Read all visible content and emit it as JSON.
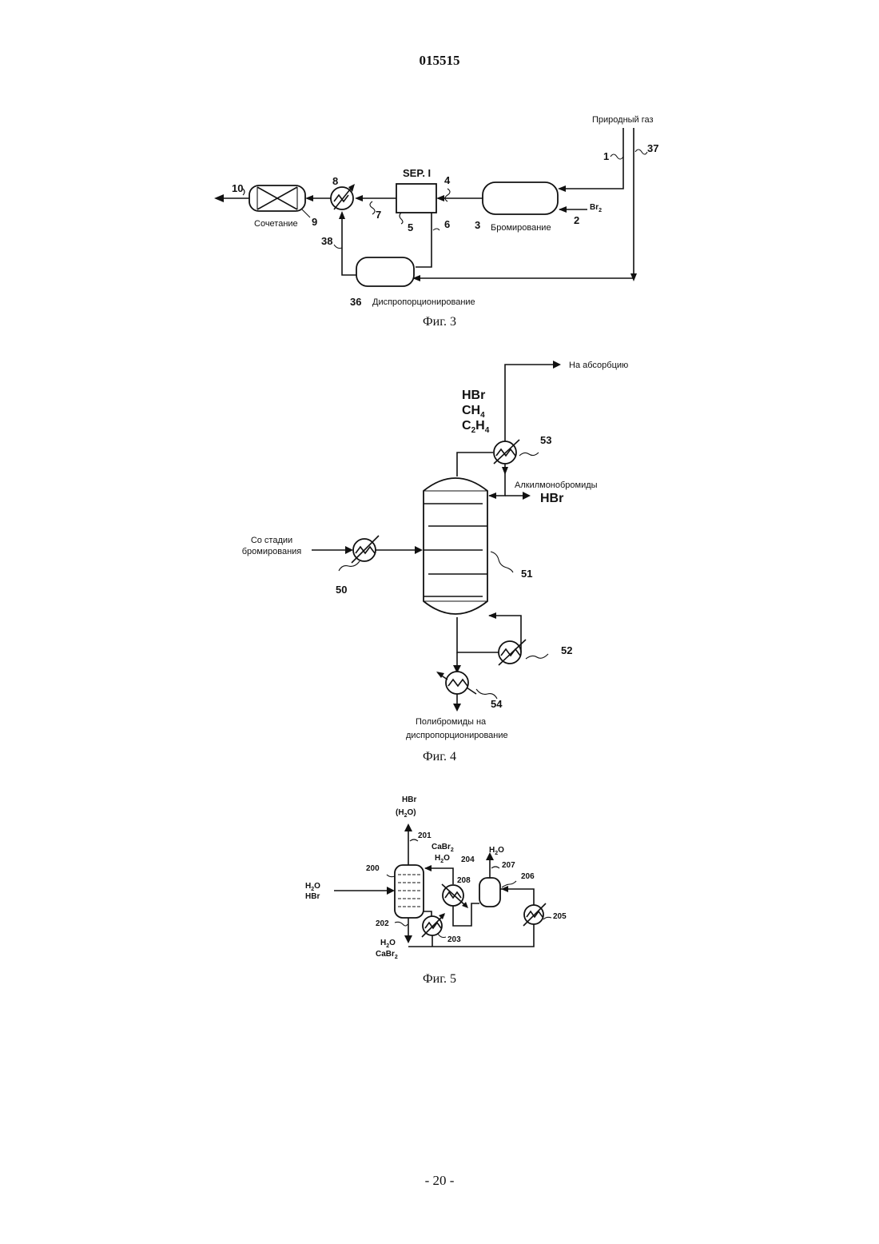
{
  "header": {
    "doc_number": "015515"
  },
  "footer": {
    "page_number": "- 20 -"
  },
  "fig3": {
    "caption": "Фиг. 3",
    "labels": {
      "natural_gas": "Природный газ",
      "n1": "1",
      "n37": "37",
      "sep": "SEP. I",
      "n4": "4",
      "n8": "8",
      "n10": "10",
      "n7": "7",
      "n5": "5",
      "n6": "6",
      "n3": "3",
      "bromination": "Бромирование",
      "br2": "Br",
      "br2_sub": "2",
      "n2": "2",
      "coupling": "Сочетание",
      "n9": "9",
      "n38": "38",
      "n36": "36",
      "disproportionation": "Диспропорционирование"
    }
  },
  "fig4": {
    "caption": "Фиг. 4",
    "labels": {
      "to_absorption": "На абсорбцию",
      "hbr_top": "HBr",
      "ch": "CH",
      "ch_sub": "4",
      "c": "C",
      "c_sub": "2",
      "h": "H",
      "h_sub": "4",
      "n53": "53",
      "alkylmonobromides": "Алкилмонобромиды",
      "hbr_side": "HBr",
      "from_stage_1": "Со стадии",
      "from_stage_2": "бромирования",
      "n50": "50",
      "n51": "51",
      "n52": "52",
      "n54": "54",
      "polybromides_1": "Полибромиды на",
      "polybromides_2": "диспропорционирование"
    }
  },
  "fig5": {
    "caption": "Фиг. 5",
    "labels": {
      "hbr_top": "HBr",
      "h2o_paren_open": "(H",
      "h2o_paren_sub": "2",
      "h2o_paren_close": "O)",
      "n201": "201",
      "cabr": "CaBr",
      "cabr_sub": "2",
      "h2o_a": "H",
      "h2o_a_sub": "2",
      "h2o_a_o": "O",
      "n204": "204",
      "h2o_b": "H",
      "h2o_b_sub": "2",
      "h2o_b_o": "O",
      "n207": "207",
      "n200": "200",
      "n208": "208",
      "n206": "206",
      "in_h2o": "H",
      "in_h2o_sub": "2",
      "in_h2o_o": "O",
      "in_hbr": "HBr",
      "n205": "205",
      "n202": "202",
      "n203": "203",
      "out_h2o": "H",
      "out_h2o_sub": "2",
      "out_h2o_o": "O",
      "out_cabr": "CaBr",
      "out_cabr_sub": "2"
    }
  }
}
